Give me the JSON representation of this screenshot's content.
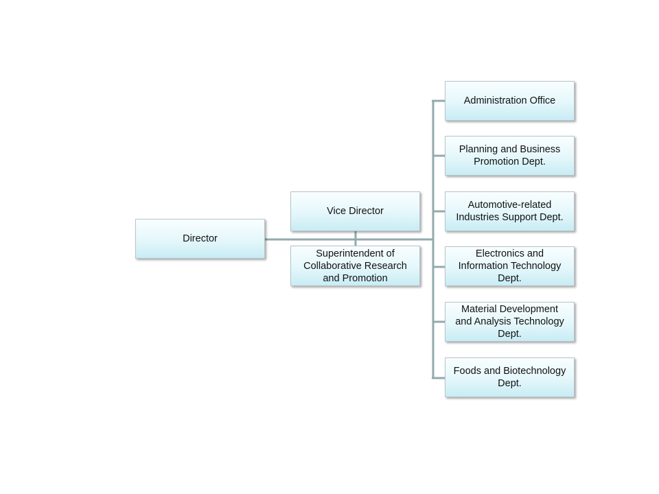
{
  "colors": {
    "connector": "#93aaae",
    "box_fill_top": "#f9feff",
    "box_fill_bottom": "#c8ecf4",
    "box_border": "#b9c4c8"
  },
  "nodes": {
    "director": "Director",
    "vice_director": "Vice Director",
    "superintendent": "Superintendent  of\nCollaborative Research\nand Promotion",
    "departments": [
      "Administration Office",
      "Planning  and Business\nPromotion Dept.",
      "Automotive-related\nIndustries   Support Dept.",
      "Electronics  and\nInformation  Technology\nDept.",
      "Material Development\nand Analysis Technology\nDept.",
      "Foods and  Biotechnology\nDept."
    ]
  }
}
